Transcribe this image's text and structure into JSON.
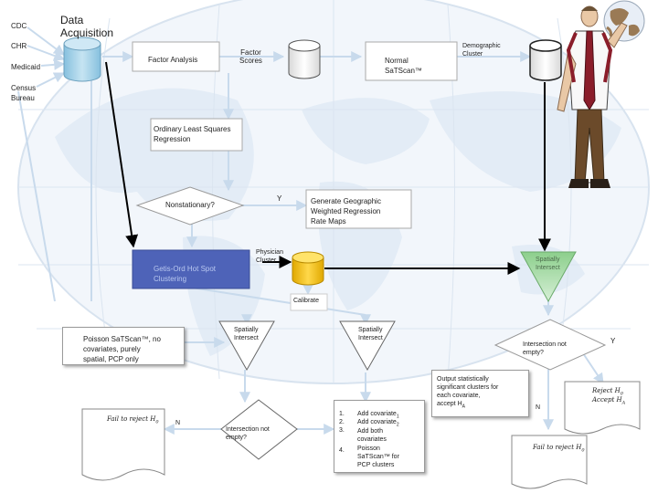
{
  "sources": {
    "cdc": "CDC",
    "chr": "CHR",
    "medicaid": "Medicaid",
    "census": "Census\nBureau"
  },
  "data_acquisition": "Data\nAcquisition",
  "factor_analysis": "Factor Analysis",
  "factor_scores": "Factor\nScores",
  "normal_satscan": "Normal\nSaTScan™",
  "demographic_cluster": "Demographic\nCluster",
  "ols_regression": "Ordinary Least Squares\nRegression",
  "nonstationary": "Nonstationary?",
  "yes_label": "Y",
  "gwr_maps": "Generate Geographic\nWeighted Regression\nRate Maps",
  "physician_cluster": "Physician\nCluster",
  "getis_ord": "Getis-Ord Hot Spot\nClustering",
  "spatially_intersect_green": "Spatially\nIntersect",
  "calibrate": "Calibrate",
  "poisson_box": "Poisson SaTScan™, no\ncovariates, purely\nspatial, PCP only",
  "spatially_intersect_left": "Spatially\nIntersect",
  "spatially_intersect_mid": "Spatially\nIntersect",
  "intersection_not_empty_right": "Intersection not\nempty?",
  "right_y": "Y",
  "output_box": "Output statistically\nsignificant clusters for\neach covariate,\naccept H",
  "output_box_sub": "A",
  "right_n": "N",
  "fail_reject_left": "Fail to reject H",
  "fail_reject_left_sub": "0",
  "left_n": "N",
  "intersection_not_empty_bottom": "Intersection not\nempty?",
  "add_covariates": [
    "Add covariate",
    "Add covariate",
    "Add both\ncovariates",
    "Poisson\nSaTScan™ for\nPCP clusters"
  ],
  "add_covariates_nums": [
    "1.",
    "2.",
    "3.",
    "4."
  ],
  "add_covariate_subs": [
    "1",
    "2"
  ],
  "reject_h0": "Reject H",
  "reject_h0_sub": "0",
  "accept_ha": "Accept H",
  "accept_ha_sub": "A",
  "fail_reject_right": "Fail to reject H",
  "fail_reject_right_sub": "0",
  "colors": {
    "map_land": "#e4edf7",
    "map_grid": "#d4e1ef",
    "cylinder": "#a8d2e8",
    "cylinder_gold": "#f2c100",
    "getis_fill": "#4e63b8",
    "getis_text": "#b9c8f0",
    "green_triangle": "#b4dfb4",
    "arrow": "#000000"
  }
}
